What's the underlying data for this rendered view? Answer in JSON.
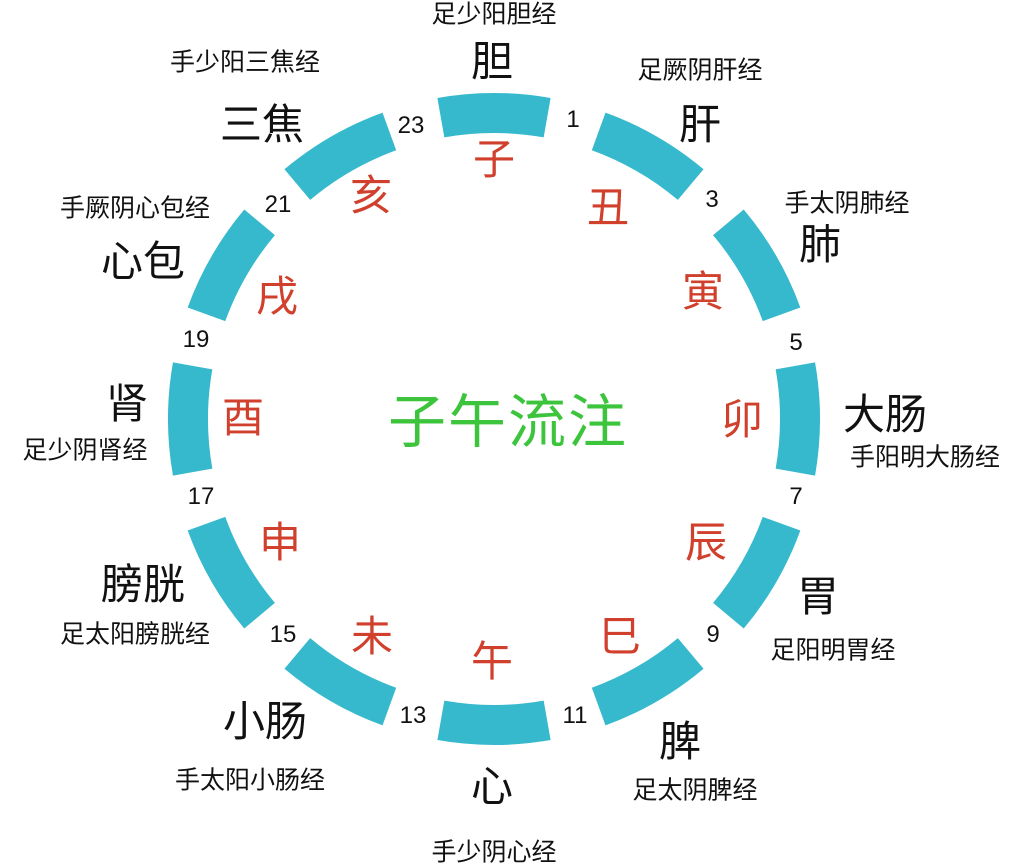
{
  "title": "子午流注",
  "colors": {
    "ring": "#36b9cc",
    "branch": "#d0402c",
    "title": "#3cc43c"
  },
  "segments": [
    {
      "branch": "子",
      "hour_start": "23",
      "organ": "胆",
      "meridian": "足少阳胆经"
    },
    {
      "branch": "丑",
      "hour_start": "1",
      "organ": "肝",
      "meridian": "足厥阴肝经"
    },
    {
      "branch": "寅",
      "hour_start": "3",
      "organ": "肺",
      "meridian": "手太阴肺经"
    },
    {
      "branch": "卯",
      "hour_start": "5",
      "organ": "大肠",
      "meridian": "手阳明大肠经"
    },
    {
      "branch": "辰",
      "hour_start": "7",
      "organ": "胃",
      "meridian": "足阳明胃经"
    },
    {
      "branch": "巳",
      "hour_start": "9",
      "organ": "脾",
      "meridian": "足太阴脾经"
    },
    {
      "branch": "午",
      "hour_start": "11",
      "organ": "心",
      "meridian": "手少阴心经"
    },
    {
      "branch": "未",
      "hour_start": "13",
      "organ": "小肠",
      "meridian": "手太阳小肠经"
    },
    {
      "branch": "申",
      "hour_start": "15",
      "organ": "膀胱",
      "meridian": "足太阳膀胱经"
    },
    {
      "branch": "酉",
      "hour_start": "17",
      "organ": "肾",
      "meridian": "足少阴肾经"
    },
    {
      "branch": "戌",
      "hour_start": "19",
      "organ": "心包",
      "meridian": "手厥阴心包经"
    },
    {
      "branch": "亥",
      "hour_start": "21",
      "organ": "三焦",
      "meridian": "手少阳三焦经"
    }
  ]
}
